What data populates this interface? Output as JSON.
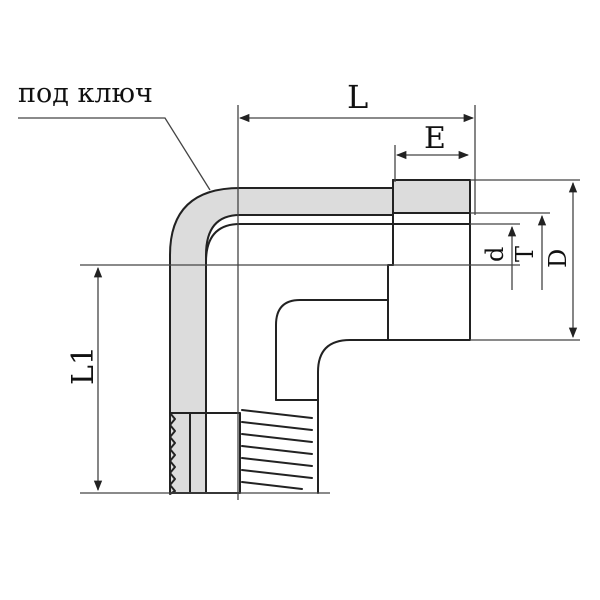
{
  "labels": {
    "wrench_note": "под ключ",
    "L": "L",
    "E": "E",
    "L1": "L1",
    "d": "d",
    "T": "T",
    "D": "D"
  }
}
